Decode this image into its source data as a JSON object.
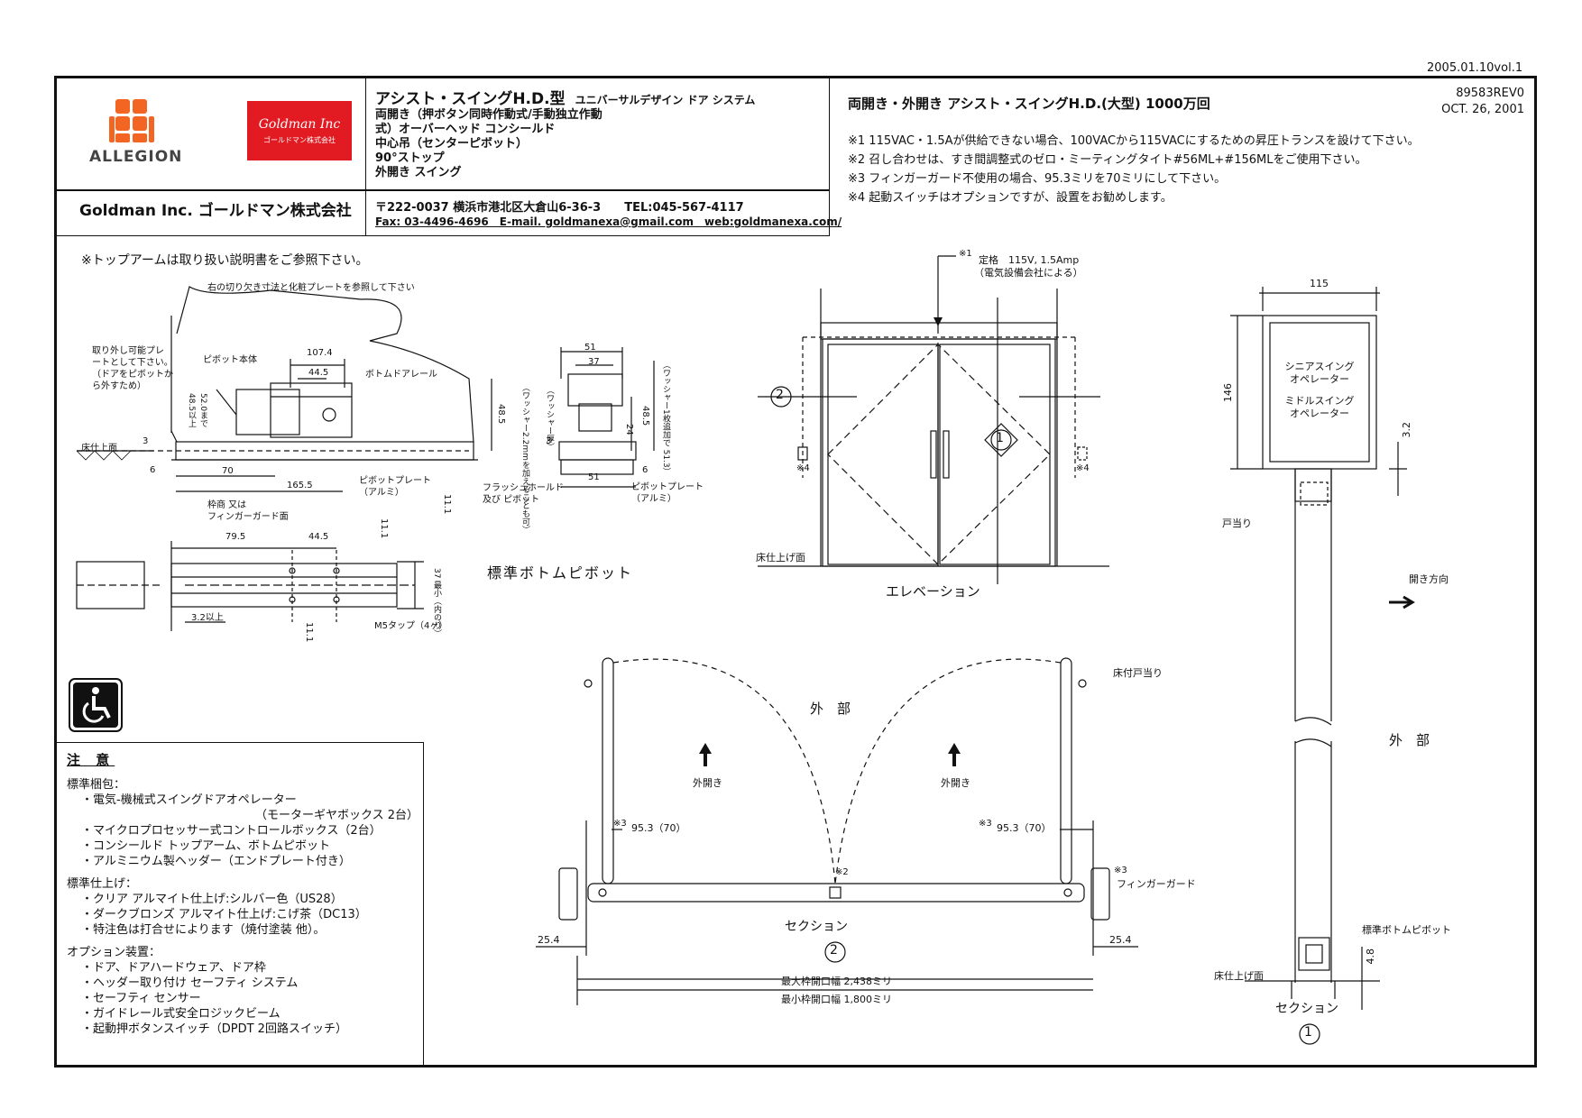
{
  "version_stamp": "2005.01.10vol.1",
  "logos": {
    "allegion": "ALLEGION",
    "goldman": "Goldman Inc",
    "goldman_sub": "ゴールドマン株式会社"
  },
  "header": {
    "product_title": "アシスト・スイングH.D.型",
    "product_subtitle": "ユニバーサルデザイン ドア システム",
    "spec_lines": [
      "両開き（押ボタン同時作動式/手動独立作動",
      "式）オーバーヘッド コンシールド",
      "中心吊（センターピボット）",
      "90°ストップ",
      "外開き スイング"
    ],
    "drawing_title": "両開き・外開き アシスト・スイングH.D.(大型) 1000万回",
    "drawing_no": "89583REV0",
    "date": "OCT. 26, 2001",
    "notes": [
      "※1 115VAC・1.5Aが供給できない場合、100VACから115VACにするための昇圧トランスを設けて下さい。",
      "※2 召し合わせは、すき間調整式のゼロ・ミーティングタイト#56ML+#156MLをご使用下さい。",
      "※3 フィンガーガード不使用の場合、95.3ミリを70ミリにして下さい。",
      "※4 起動スイッチはオプションですが、設置をお勧めします。"
    ],
    "company": "Goldman Inc. ゴールドマン株式会社",
    "address": "〒222-0037 横浜市港北区大倉山6-36-3　　TEL:045-567-4117",
    "contact": "Fax: 03-4496-4696　E-mail. goldmanexa@gmail.com　web:goldmanexa.com/"
  },
  "pivot_detail": {
    "top_note": "※トップアームは取り扱い説明書をご参照下さい。",
    "cutout_note": "右の切り欠き寸法と化粧プレートを参照して下さい",
    "removable_note": [
      "取り外し可能プレ",
      "ートとして下さい。",
      "（ドアをピボットか",
      "ら外すため）"
    ],
    "pivot_body": "ピボット本体",
    "bottom_rail": "ボトムドアレール",
    "floor_finish": "床仕上面",
    "pivot_plate": [
      "ピボットプレート",
      "（アルミ）"
    ],
    "pivot_plate2": [
      "ピボットプレート",
      "（アルミ）"
    ],
    "flush_hold": [
      "フラッシュホールド",
      "及び ピボット"
    ],
    "frame_note": [
      "枠商 又は",
      "フィンガーガード面"
    ],
    "m5_tap": "M5タップ（4ヶ）",
    "min_label": "3.2以上",
    "depth_label": "37 最小（内のり）",
    "section_title": "標準ボトムピボット",
    "washer_note1": "（ワッシャー2.2mmを加えることも可）",
    "washer_note2": "（ワッシャー1枚追加で 51.3）",
    "washer_thk": "（ワッシャー厚）",
    "height_range": [
      "48.5以上",
      "52.0まで"
    ],
    "dims": [
      "107.4",
      "44.5",
      "70",
      "165.5",
      "3",
      "6",
      "79.5",
      "44.5",
      "11.1",
      "11.1",
      "11.1",
      "51",
      "37",
      "24",
      "48.5",
      "48.5",
      "3",
      "51",
      "6"
    ]
  },
  "elevation": {
    "title": "エレベーション",
    "rating": "定格　115V, 1.5Amp",
    "rating_note": "（電気設備会社による）",
    "ref1": "※1",
    "floor": "床仕上げ面",
    "switch_note": "※4",
    "circle1": "1",
    "circle2": "2"
  },
  "section2": {
    "title": "セクション",
    "circle": "2",
    "outside": "外　部",
    "open_out": "外開き",
    "floor_stop": "床付戸当り",
    "finger_guard": "フィンガーガード",
    "dim_953": "95.3（70）",
    "ref3": "※3",
    "ref2": "※2",
    "dim_254": "25.4",
    "max_open": "最大枠開口幅 2,438ミリ",
    "min_open": "最小枠開口幅 1,800ミリ"
  },
  "section1": {
    "title": "セクション",
    "circle": "1",
    "operator1": [
      "シニアスイング",
      "オペレーター"
    ],
    "operator2": [
      "ミドルスイング",
      "オペレーター"
    ],
    "dim_115": "115",
    "dim_146": "146",
    "dim_32": "3.2",
    "dim_48": "4.8",
    "door_stop": "戸当り",
    "direction": "開き方向",
    "outside": "外　部",
    "pivot": "標準ボトムピボット",
    "floor": "床仕上げ面"
  },
  "caution": {
    "title": "注 意",
    "std_pack_h": "標準梱包：",
    "std_pack": [
      "・電気-機械式スイングドアオペレーター",
      "（モーターギヤボックス 2台）",
      "・マイクロプロセッサー式コントロールボックス（2台）",
      "・コンシールド トップアーム、ボトムピボット",
      "・アルミニウム製ヘッダー（エンドプレート付き）"
    ],
    "std_finish_h": "標準仕上げ：",
    "std_finish": [
      "・クリア アルマイト仕上げ:シルバー色（US28）",
      "・ダークブロンズ アルマイト仕上げ:こげ茶（DC13）",
      "・特注色は打合せによります（焼付塗装 他）。"
    ],
    "options_h": "オプション装置：",
    "options": [
      "・ドア、ドアハードウェア、ドア枠",
      "・ヘッダー取り付け セーフティ システム",
      "・セーフティ センサー",
      "・ガイドレール式安全ロジックビーム",
      "・起動押ボタンスイッチ（DPDT 2回路スイッチ）"
    ]
  },
  "colors": {
    "allegion_orange": "#f26522",
    "goldman_red": "#e21b23",
    "line": "#111111"
  }
}
